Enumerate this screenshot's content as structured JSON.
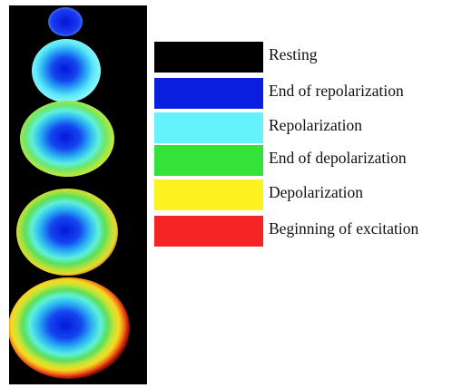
{
  "legend": {
    "items": [
      {
        "label": "Resting",
        "color": "#000000"
      },
      {
        "label": "End of repolarization",
        "color": "#0a1ee0"
      },
      {
        "label": "Repolarization",
        "color": "#66f2fc"
      },
      {
        "label": "End of depolarization",
        "color": "#33e33a"
      },
      {
        "label": "Depolarization",
        "color": "#fbf220"
      },
      {
        "label": "Beginning of excitation",
        "color": "#f42424"
      }
    ]
  }
}
